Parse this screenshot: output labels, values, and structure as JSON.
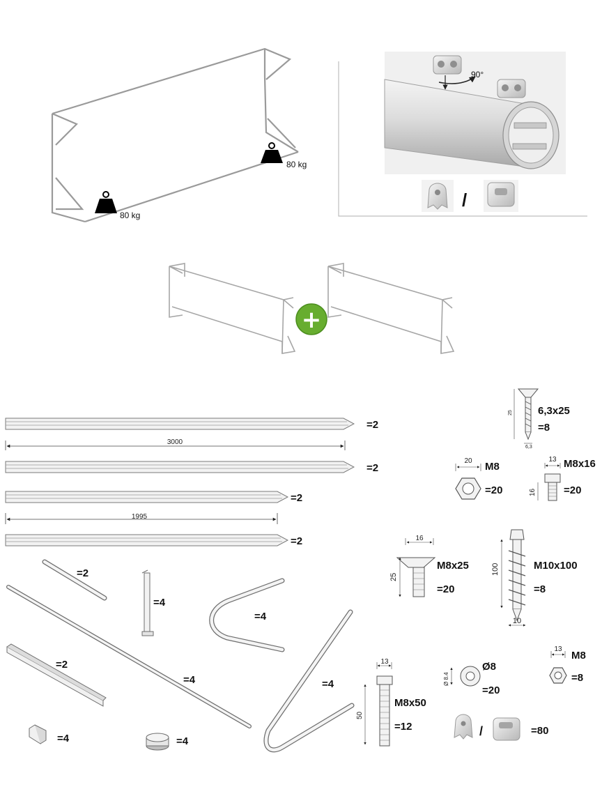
{
  "load_diagram": {
    "weight_left": "80 kg",
    "weight_right": "80 kg"
  },
  "rotation": {
    "angle": "90°",
    "separator": "/"
  },
  "combine": {
    "plus_glyph": "+"
  },
  "parts": {
    "rail_1": {
      "qty": "=2"
    },
    "rail_2": {
      "qty": "=2"
    },
    "rail_3": {
      "qty": "=2"
    },
    "rail_4": {
      "qty": "=2"
    },
    "dim_3000": "3000",
    "dim_1995": "1995",
    "short_tube": {
      "qty": "=2"
    },
    "long_tube": {
      "qty": "=4"
    },
    "flat_bar": {
      "qty": "=2"
    },
    "bracket": {
      "qty": "=4"
    },
    "curved_arm": {
      "qty": "=4"
    },
    "large_frame": {
      "qty": "=4"
    },
    "corner_clip": {
      "qty": "=4"
    },
    "end_cap": {
      "qty": "=4"
    },
    "slot_clips": {
      "qty": "=80",
      "separator": "/"
    }
  },
  "hardware": {
    "screw_63x25": {
      "name": "6,3x25",
      "qty": "=8",
      "dim_len": "25",
      "dim_w": "6,3"
    },
    "nut_m8_20": {
      "name": "M8",
      "qty": "=20",
      "dim": "20"
    },
    "bolt_m8x16": {
      "name": "M8x16",
      "qty": "=20",
      "dim_head": "13",
      "dim_len": "16"
    },
    "bolt_m8x25": {
      "name": "M8x25",
      "qty": "=20",
      "dim_head": "16",
      "dim_len": "25"
    },
    "anchor_m10x100": {
      "name": "M10x100",
      "qty": "=8",
      "dim_len": "100",
      "dim_w": "10"
    },
    "washer_8": {
      "name": "Ø8",
      "qty": "=20",
      "dim": "Ø 8.4"
    },
    "nut_m8_8": {
      "name": "M8",
      "qty": "=8",
      "dim": "13"
    },
    "bolt_m8x50": {
      "name": "M8x50",
      "qty": "=12",
      "dim_head": "13",
      "dim_len": "50"
    }
  }
}
